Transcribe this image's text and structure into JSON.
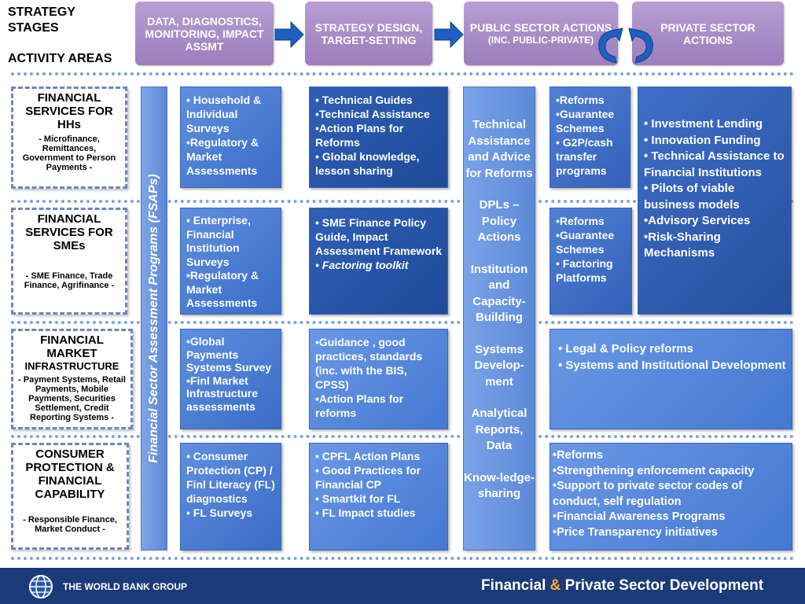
{
  "header": {
    "strategy_stages": "STRATEGY STAGES",
    "activity_areas": "ACTIVITY AREAS"
  },
  "stages": [
    {
      "label": "DATA, DIAGNOSTICS, MONITORING, IMPACT ASSMT"
    },
    {
      "label": "STRATEGY DESIGN, TARGET-SETTING"
    },
    {
      "label": "PUBLIC SECTOR ACTIONS",
      "sub": "(INC. PUBLIC-PRIVATE)"
    },
    {
      "label": "PRIVATE SECTOR ACTIONS"
    }
  ],
  "areas": [
    {
      "title": "FINANCIAL SERVICES FOR HHs",
      "detail": "- Microfinance, Remittances, Government to Person Payments -"
    },
    {
      "title": "FINANCIAL SERVICES FOR SMEs",
      "detail": "- SME Finance, Trade Finance, Agrifinance -"
    },
    {
      "title": "FINANCIAL MARKET",
      "title2": "INFRASTRUCTURE",
      "detail": "- Payment Systems, Retail Payments, Mobile Payments, Securities Settlement, Credit Reporting Systems -"
    },
    {
      "title": "CONSUMER PROTECTION & FINANCIAL CAPABILITY",
      "detail": "- Responsible Finance, Market Conduct -"
    }
  ],
  "fsap_label": "Financial Sector Assessment Programs (FSAPs)",
  "col1": [
    [
      "• Household & Individual Surveys",
      "•Regulatory & Market Assessments"
    ],
    [
      "• Enterprise, Financial Institution Surveys",
      "•Regulatory & Market Assessments"
    ],
    [
      "•Global Payments Systems Survey",
      "•Finl Market Infrastructure assessments"
    ],
    [
      "• Consumer Protection (CP) / Finl Literacy  (FL) diagnostics",
      "• FL Surveys"
    ]
  ],
  "col2": [
    [
      "• Technical Guides",
      "•Technical Assistance",
      "•Action Plans for Reforms",
      "• Global knowledge, lesson sharing"
    ],
    [
      "• SME Finance Policy Guide, Impact Assessment Framework"
    ],
    [
      "•Guidance , good practices, standards  (inc. with the BIS, CPSS)",
      "•Action Plans for reforms"
    ],
    [
      "• CPFL Action Plans",
      "• Good Practices for Financial CP",
      "• Smartkit for FL",
      "• FL Impact studies"
    ]
  ],
  "col2_row2_italic": "• Factoring toolkit",
  "public_column": [
    "Technical Assistance and Advice for Reforms",
    "DPLs – Policy Actions",
    "Institution and Capacity-Building",
    "Systems Develop-ment",
    "Analytical Reports, Data",
    "Know-ledge-sharing"
  ],
  "col4": [
    [
      "•Reforms",
      "•Guarantee Schemes",
      "• G2P/cash transfer programs"
    ],
    [
      "•Reforms",
      "•Guarantee Schemes",
      "• Factoring Platforms"
    ]
  ],
  "private_top": [
    "• Investment Lending",
    "• Innovation Funding",
    "• Technical Assistance to Financial Institutions",
    "• Pilots of viable business models",
    "•Advisory Services",
    "•Risk-Sharing Mechanisms"
  ],
  "row3_wide": [
    "• Legal & Policy reforms",
    "• Systems  and Institutional Development"
  ],
  "row4_wide": [
    "•Reforms",
    "•Strengthening enforcement capacity",
    "•Support to private sector codes of conduct, self regulation",
    "•Financial Awareness Programs",
    "•Price Transparency initiatives"
  ],
  "footer": {
    "org": "THE WORLD BANK GROUP",
    "title_a": "Financial",
    "amp": "&",
    "title_b": "Private Sector Development"
  },
  "colors": {
    "stage": "#a98bc8",
    "cell": "#3a6cc5",
    "footer": "#1b3b78",
    "accent": "#ffb020"
  }
}
